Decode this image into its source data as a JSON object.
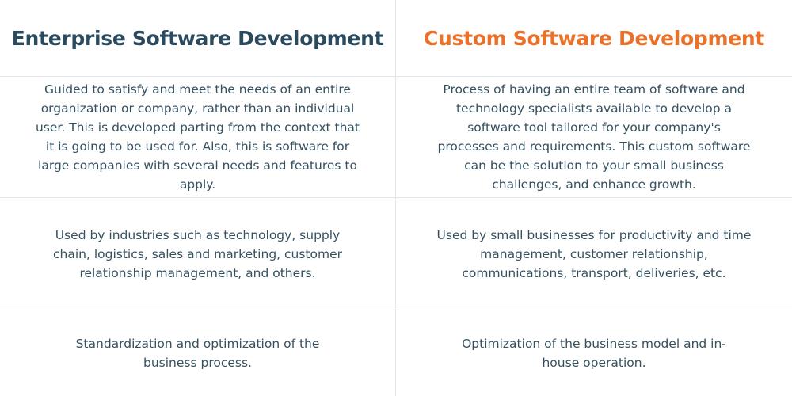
{
  "columns": {
    "left_title": "Enterprise Software Development",
    "right_title": "Custom Software Development",
    "left_title_color": "#2b4a5e",
    "right_title_color": "#e8722c"
  },
  "rows": [
    {
      "left": "Guided to satisfy and meet the needs of an entire organization or company, rather than an individual user. This is developed parting from the context that it is going to be used for. Also, this is software for large companies with several needs and features to apply.",
      "right": "Process of having an entire team of software and technology specialists available to develop a software tool tailored for your company's processes and requirements. This custom software can be the solution to your small business challenges, and enhance growth."
    },
    {
      "left": "Used by industries such as technology, supply chain, logistics, sales and marketing, customer relationship management, and others.",
      "right": "Used by small businesses for productivity and time management, customer relationship, communications, transport, deliveries, etc."
    },
    {
      "left": "Standardization and optimization of the business process.",
      "right": "Optimization of the business model and in-house operation."
    }
  ]
}
